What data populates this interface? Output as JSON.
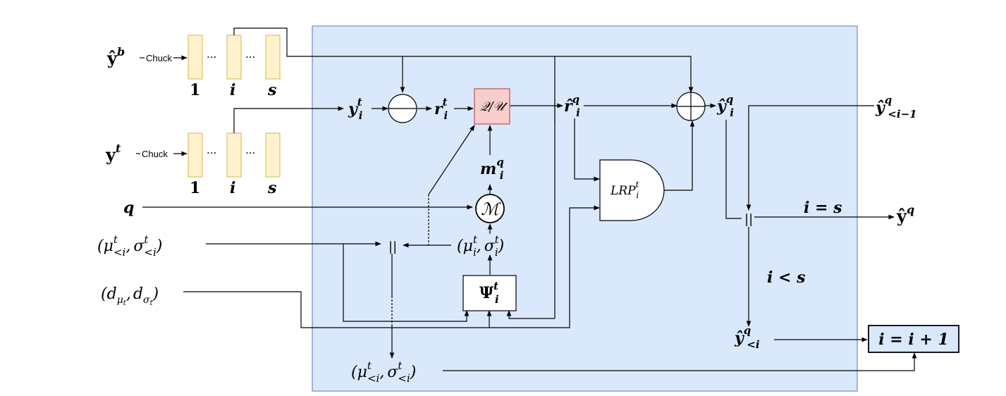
{
  "inputs": {
    "y_b": {
      "base": "ŷ",
      "sup": "b"
    },
    "y_t": {
      "base": "y",
      "sup": "t"
    },
    "q": "q",
    "mu_sigma_prev": {
      "open": "(",
      "mu": "μ",
      "mu_sup": "t",
      "mu_sub": "<i",
      "comma": ",",
      "sigma": "σ",
      "sigma_sup": "t",
      "sigma_sub": "<i",
      "close": ")"
    },
    "d_mu_sigma": {
      "open": "(",
      "d1": "d",
      "d1_sub": "μ",
      "d1_subsub": "t",
      "comma": ",",
      "d2": "d",
      "d2_sub": "σ",
      "d2_subsub": "t",
      "close": ")"
    }
  },
  "chunk": {
    "label": "Chuck",
    "idx_1": "1",
    "idx_i": "i",
    "idx_s": "s",
    "ellipsis": "···"
  },
  "nodes": {
    "y_it": {
      "base": "y",
      "sup": "t",
      "sub": "i"
    },
    "r_it": {
      "base": "r",
      "sup": "t",
      "sub": "i"
    },
    "quant": "𝒬/𝒰",
    "m_iq": {
      "base": "m",
      "sup": "q",
      "sub": "i"
    },
    "mixer": "ℳ",
    "r_hat": {
      "base": "r̂",
      "sup": "q",
      "sub": "i"
    },
    "lrp": {
      "base": "LRP",
      "sup": "t",
      "sub": "i"
    },
    "y_hat_iq": {
      "base": "ŷ",
      "sup": "q",
      "sub": "i"
    },
    "y_hat_prev": {
      "base": "ŷ",
      "sup": "q",
      "sub": "<i−1"
    },
    "mu_sigma_i": {
      "open": "(",
      "mu": "μ",
      "mu_sup": "t",
      "mu_sub": "i",
      "comma": ",",
      "sigma": "σ",
      "sigma_sup": "t",
      "sigma_sub": "i",
      "close": ")"
    },
    "psi": {
      "base": "Ψ",
      "sup": "t",
      "sub": "i"
    },
    "concat_symbol": "||",
    "mu_sigma_out": {
      "open": "(",
      "mu": "μ",
      "mu_sup": "t",
      "mu_sub": "<i",
      "comma": ",",
      "sigma": "σ",
      "sigma_sup": "t",
      "sigma_sub": "<i",
      "close": ")"
    },
    "cond_eq": "i = s",
    "cond_lt": "i < s",
    "y_hat_final": {
      "base": "ŷ",
      "sup": "q"
    },
    "y_hat_lt_i": {
      "base": "ŷ",
      "sup": "q",
      "sub": "<i"
    },
    "increment": "i = i + 1"
  },
  "colors": {
    "panel_fill": "#dae8fc",
    "panel_stroke": "#6c8ebf",
    "chunk_fill": "#fff2cc",
    "chunk_stroke": "#d6b656",
    "quant_fill": "#f8cecc",
    "quant_stroke": "#b85450"
  }
}
